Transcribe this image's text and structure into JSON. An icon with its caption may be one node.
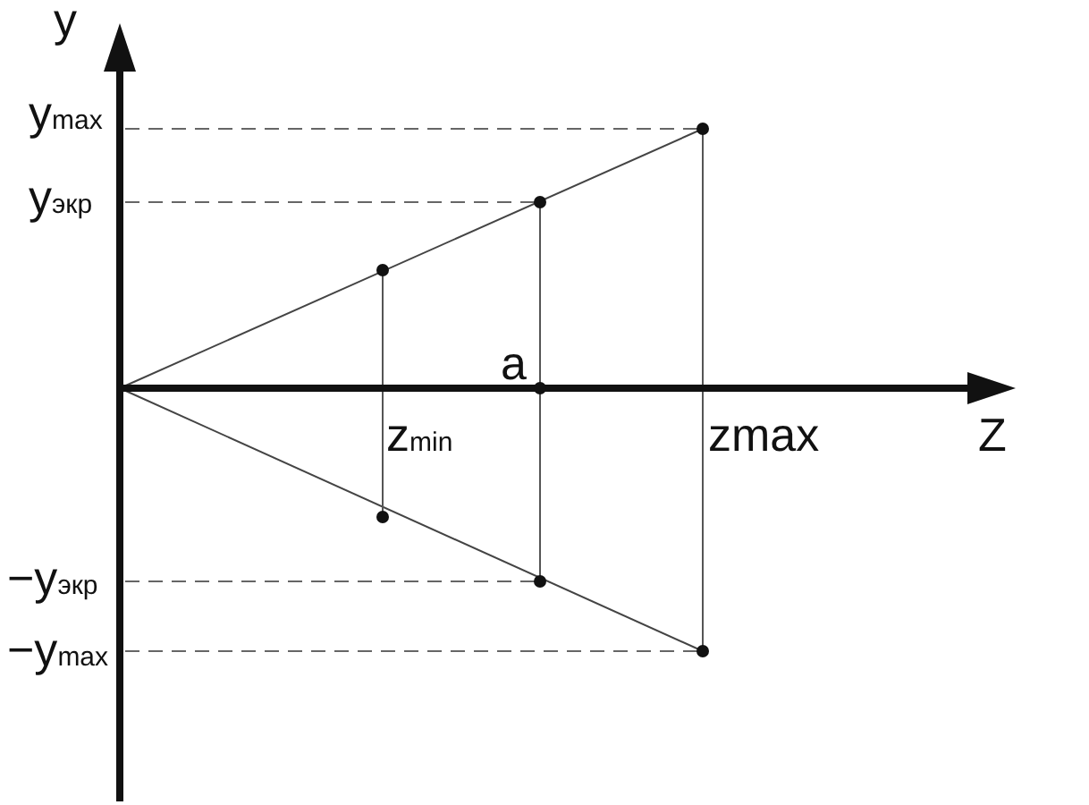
{
  "diagram": {
    "labels": [
      "y",
      "y$_{max}$",
      "y$_{экр}$",
      "a",
      "z$_{min}$",
      "zmax",
      "Z",
      "−y$_{экр}$",
      "−y$_{max}$"
    ]
  }
}
